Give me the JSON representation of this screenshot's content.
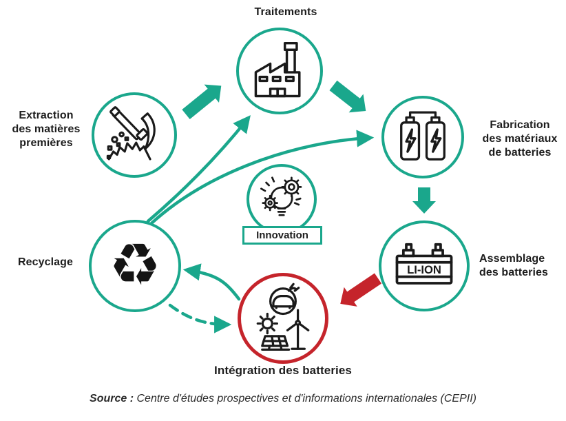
{
  "colors": {
    "teal": "#1aa78c",
    "red": "#c5242b",
    "ink": "#1d1d1d"
  },
  "nodes": {
    "extraction": {
      "label": "Extraction\ndes matières\npremières",
      "icon": "pickaxe-icon"
    },
    "traitements": {
      "label": "Traitements",
      "icon": "factory-icon"
    },
    "fabrication": {
      "label": "Fabrication\ndes matériaux\nde batteries",
      "icon": "battery-cells-icon"
    },
    "assemblage": {
      "label": "Assemblage\ndes batteries",
      "icon": "liion-battery-icon",
      "battery_label": "LI-ION"
    },
    "integration": {
      "label": "Intégration des batteries",
      "icon": "ev-renewables-icon"
    },
    "recyclage": {
      "label": "Recyclage",
      "icon": "recycle-icon",
      "glyph": "♻"
    },
    "innovation": {
      "label": "Innovation",
      "icon": "bulb-gears-icon"
    }
  },
  "arrows": {
    "extraction_to_traitements": "solid-block-teal",
    "traitements_to_fabrication": "solid-block-teal",
    "fabrication_to_assemblage": "solid-block-teal",
    "assemblage_to_integration": "solid-block-red",
    "recyclage_to_traitements": "thin-curve-teal",
    "recyclage_to_fabrication": "thin-curve-teal",
    "integration_to_recyclage": "thin-curve-teal",
    "recyclage_to_integration": "dashed-curve-teal"
  },
  "source": {
    "prefix": "Source :",
    "text": " Centre d'études prospectives et d'informations internationales (CEPII)"
  }
}
